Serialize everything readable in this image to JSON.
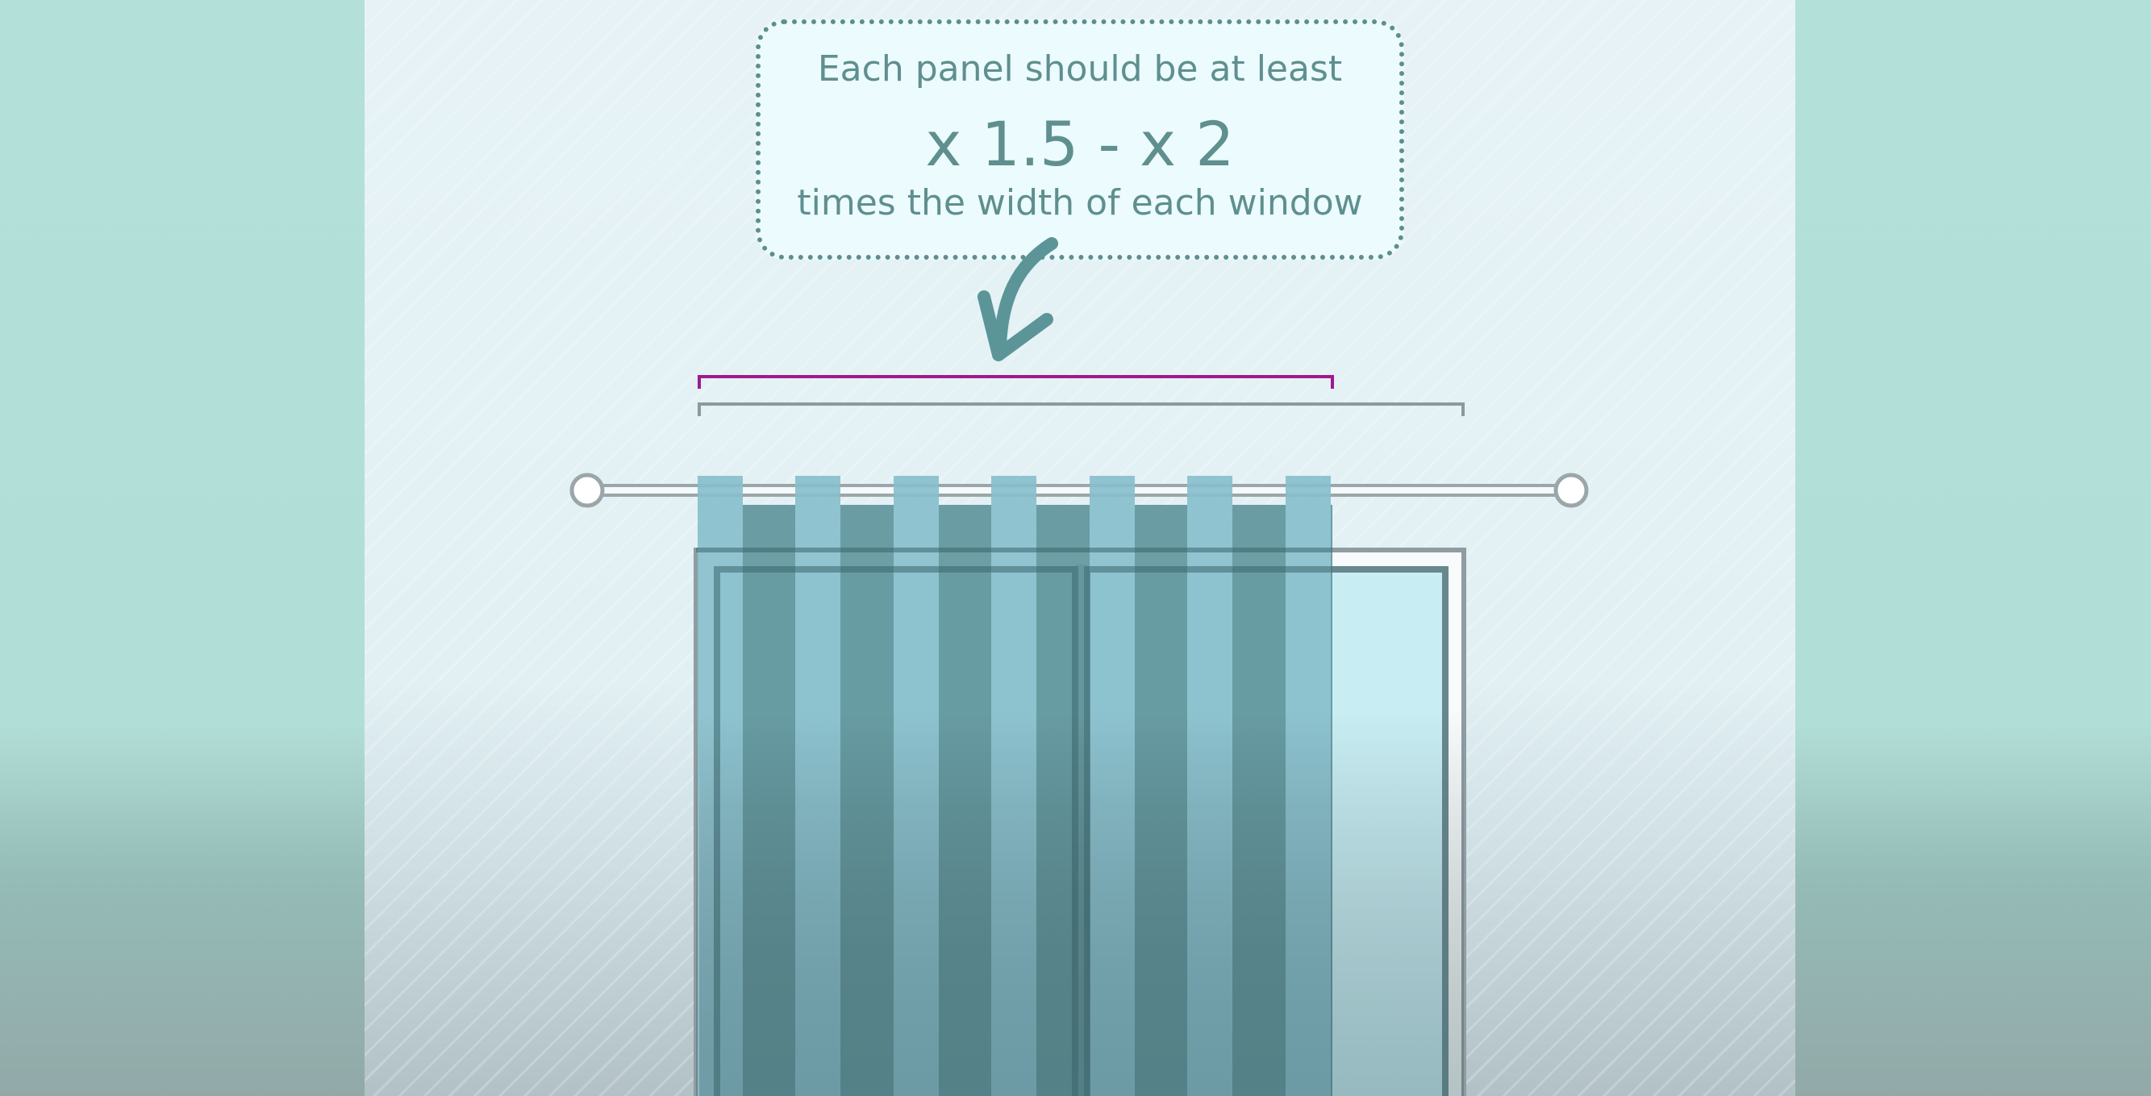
{
  "callout": {
    "line1": "Each panel should be at least",
    "ratio": "x 1.5 - x 2",
    "line3": "times the width of each window"
  },
  "colors": {
    "panel_bracket": "#a0198f",
    "window_bracket": "#8a9aa0",
    "curtain_light": "#86bfcc",
    "curtain_dark": "#5f949c",
    "glass": "#c8eef4",
    "rod": "#9aa6a9",
    "arrow": "#5c9598"
  },
  "icons": {
    "arrow": "curved-arrow-down-icon",
    "rod": "curtain-rod-icon"
  }
}
